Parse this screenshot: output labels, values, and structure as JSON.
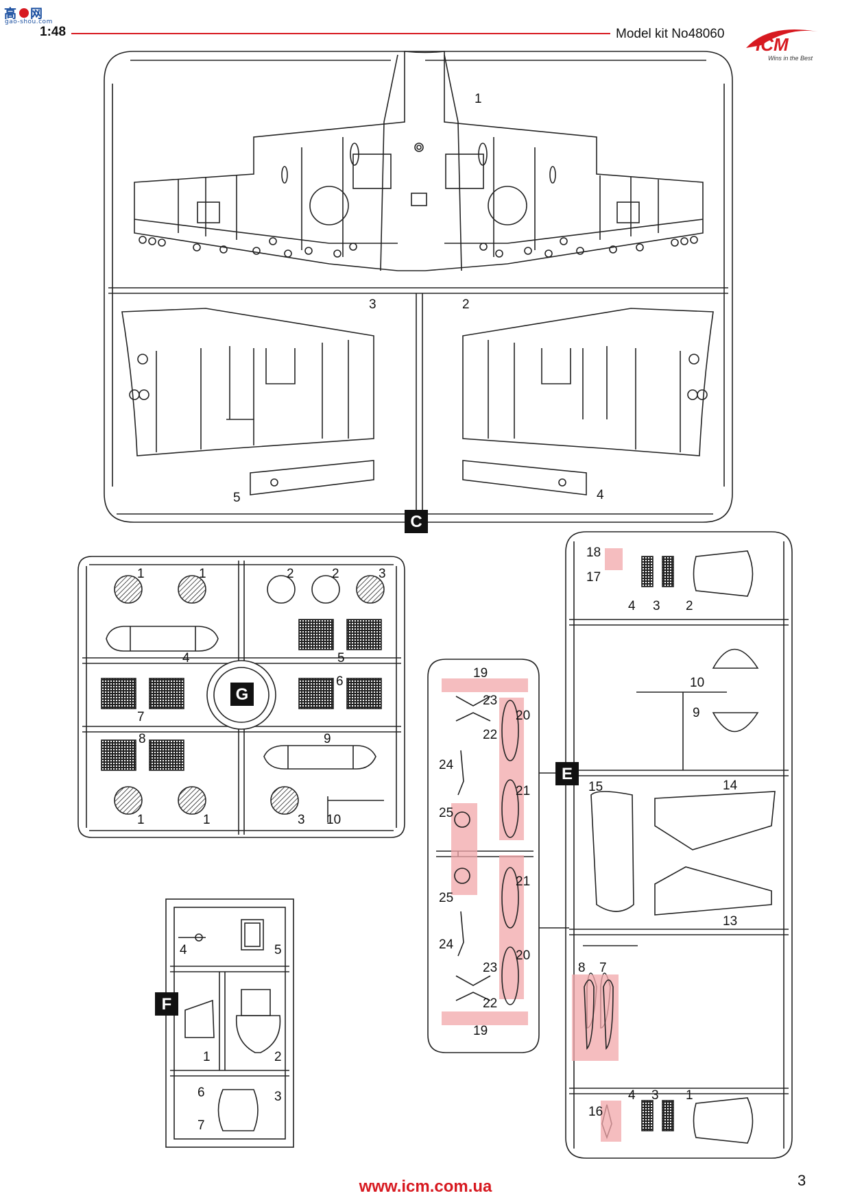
{
  "header": {
    "scale": "1:48",
    "kit_number": "Model kit No48060",
    "logo_text": "ICM",
    "logo_tagline": "Wins in the Best",
    "watermark": "gao-shou.com"
  },
  "colors": {
    "accent": "#d71920",
    "highlight": "#f2a7aa",
    "line": "#222222"
  },
  "sprues": {
    "C": {
      "letter": "C",
      "parts": [
        "1",
        "2",
        "3",
        "4",
        "5"
      ]
    },
    "G": {
      "letter": "G",
      "parts": [
        "1",
        "1",
        "2",
        "2",
        "3",
        "4",
        "5",
        "6",
        "7",
        "8",
        "9",
        "1",
        "1",
        "3",
        "10"
      ]
    },
    "E": {
      "letter": "E",
      "parts": [
        "18",
        "17",
        "4",
        "3",
        "2",
        "10",
        "9",
        "15",
        "14",
        "13",
        "8",
        "7",
        "16",
        "4",
        "3",
        "1"
      ]
    },
    "E_small": {
      "parts": [
        "19",
        "23",
        "20",
        "22",
        "24",
        "21",
        "25",
        "25",
        "21",
        "24",
        "23",
        "20",
        "22",
        "19"
      ]
    },
    "F": {
      "letter": "F",
      "parts": [
        "4",
        "5",
        "1",
        "2",
        "6",
        "3",
        "7"
      ]
    }
  },
  "footer": {
    "url": "www.icm.com.ua",
    "page_number": "3"
  }
}
